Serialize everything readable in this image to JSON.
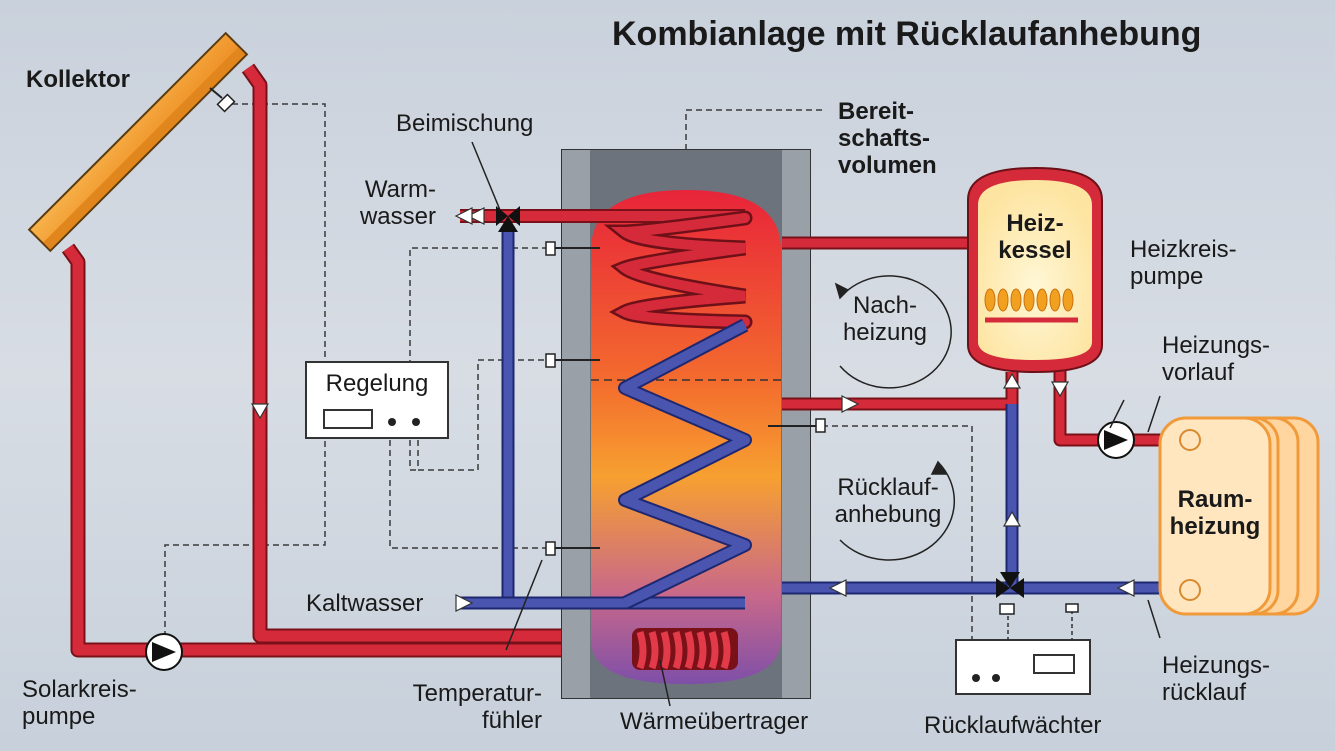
{
  "title": "Kombianlage mit Rücklaufanhebung",
  "labels": {
    "kollektor": "Kollektor",
    "beimischung": "Beimischung",
    "warmwasser_1": "Warm-",
    "warmwasser_2": "wasser",
    "bereitschaft_1": "Bereit-",
    "bereitschaft_2": "schafts-",
    "bereitschaft_3": "volumen",
    "heizkessel_1": "Heiz-",
    "heizkessel_2": "kessel",
    "heizkreispumpe_1": "Heizkreis-",
    "heizkreispumpe_2": "pumpe",
    "heizungsvorlauf_1": "Heizungs-",
    "heizungsvorlauf_2": "vorlauf",
    "regelung": "Regelung",
    "nachheizung_1": "Nach-",
    "nachheizung_2": "heizung",
    "ruecklaufanhebung_1": "Rücklauf-",
    "ruecklaufanhebung_2": "anhebung",
    "raumheizung_1": "Raum-",
    "raumheizung_2": "heizung",
    "kaltwasser": "Kaltwasser",
    "solarkreispumpe_1": "Solarkreis-",
    "solarkreispumpe_2": "pumpe",
    "temperaturfuehler_1": "Temperatur-",
    "temperaturfuehler_2": "fühler",
    "waermeuebertrager": "Wärmeübertrager",
    "ruecklaufwaechter": "Rücklaufwächter",
    "heizungsruecklauf_1": "Heizungs-",
    "heizungsruecklauf_2": "rücklauf"
  },
  "colors": {
    "background": "#d3dae3",
    "hot_pipe": "#d42a3a",
    "cold_pipe": "#4a55b0",
    "collector": "#f2a02a",
    "tank_shell": "#7a7f88",
    "boiler_fill": "#fff1b8",
    "radiator": "#ffd6a0"
  },
  "icons": [
    "pump-icon",
    "mixing-valve-icon",
    "flow-arrow-icon",
    "sensor-icon",
    "flame-icon"
  ]
}
